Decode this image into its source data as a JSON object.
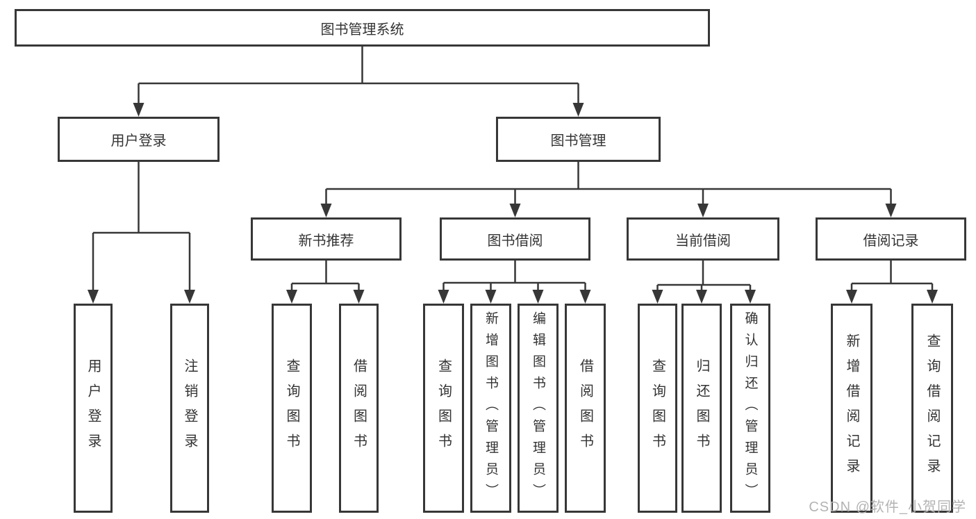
{
  "diagram": {
    "root": "图书管理系统",
    "branches": {
      "user_login": {
        "label": "用户登录",
        "leaves": [
          "用户登录",
          "注销登录"
        ]
      },
      "book_management": {
        "label": "图书管理",
        "groups": [
          {
            "label": "新书推荐",
            "leaves": [
              "查询图书",
              "借阅图书"
            ]
          },
          {
            "label": "图书借阅",
            "leaves": [
              "查询图书",
              "新增图书（管理员）",
              "编辑图书（管理员）",
              "借阅图书"
            ]
          },
          {
            "label": "当前借阅",
            "leaves": [
              "查询图书",
              "归还图书",
              "确认归还（管理员）"
            ]
          },
          {
            "label": "借阅记录",
            "leaves": [
              "新增借阅记录",
              "查询借阅记录"
            ]
          }
        ]
      }
    }
  },
  "watermark": "CSDN @软件_小贺同学",
  "colors": {
    "line": "#373737",
    "text": "#333333",
    "watermark": "#b3b3b3",
    "background": "#ffffff"
  }
}
